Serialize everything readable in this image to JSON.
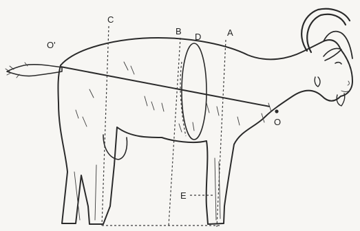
{
  "diagram": {
    "labels": {
      "o_prime": "O'",
      "c": "C",
      "b": "B",
      "d": "D",
      "a": "A",
      "o": "O",
      "e": "E"
    }
  }
}
